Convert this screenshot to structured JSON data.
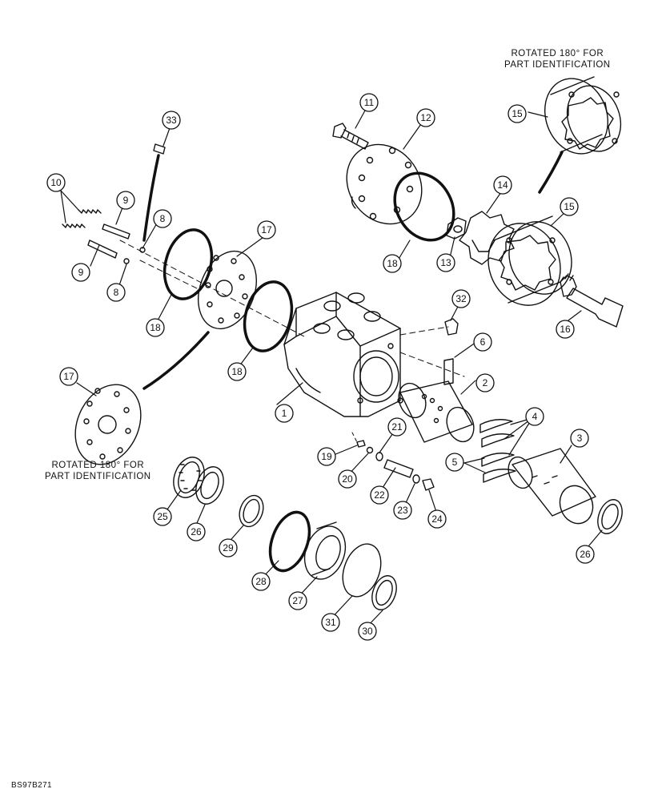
{
  "notes": {
    "top": [
      "ROTATED 180° FOR",
      "PART IDENTIFICATION"
    ],
    "left": [
      "ROTATED 180° FOR",
      "PART IDENTIFICATION"
    ]
  },
  "reference": "BS97B271",
  "callouts": [
    {
      "id": "c1",
      "label": "1"
    },
    {
      "id": "c2",
      "label": "2"
    },
    {
      "id": "c3",
      "label": "3"
    },
    {
      "id": "c4",
      "label": "4"
    },
    {
      "id": "c5",
      "label": "5"
    },
    {
      "id": "c6",
      "label": "6"
    },
    {
      "id": "c8a",
      "label": "8"
    },
    {
      "id": "c8b",
      "label": "8"
    },
    {
      "id": "c9a",
      "label": "9"
    },
    {
      "id": "c9b",
      "label": "9"
    },
    {
      "id": "c10",
      "label": "10"
    },
    {
      "id": "c11",
      "label": "11"
    },
    {
      "id": "c12",
      "label": "12"
    },
    {
      "id": "c13",
      "label": "13"
    },
    {
      "id": "c14",
      "label": "14"
    },
    {
      "id": "c15a",
      "label": "15"
    },
    {
      "id": "c15b",
      "label": "15"
    },
    {
      "id": "c16",
      "label": "16"
    },
    {
      "id": "c17a",
      "label": "17"
    },
    {
      "id": "c17b",
      "label": "17"
    },
    {
      "id": "c18a",
      "label": "18"
    },
    {
      "id": "c18b",
      "label": "18"
    },
    {
      "id": "c18c",
      "label": "18"
    },
    {
      "id": "c19",
      "label": "19"
    },
    {
      "id": "c20",
      "label": "20"
    },
    {
      "id": "c21",
      "label": "21"
    },
    {
      "id": "c22",
      "label": "22"
    },
    {
      "id": "c23",
      "label": "23"
    },
    {
      "id": "c24",
      "label": "24"
    },
    {
      "id": "c25",
      "label": "25"
    },
    {
      "id": "c26a",
      "label": "26"
    },
    {
      "id": "c26b",
      "label": "26"
    },
    {
      "id": "c27",
      "label": "27"
    },
    {
      "id": "c28",
      "label": "28"
    },
    {
      "id": "c29",
      "label": "29"
    },
    {
      "id": "c30",
      "label": "30"
    },
    {
      "id": "c31",
      "label": "31"
    },
    {
      "id": "c32",
      "label": "32"
    },
    {
      "id": "c33",
      "label": "33"
    }
  ]
}
